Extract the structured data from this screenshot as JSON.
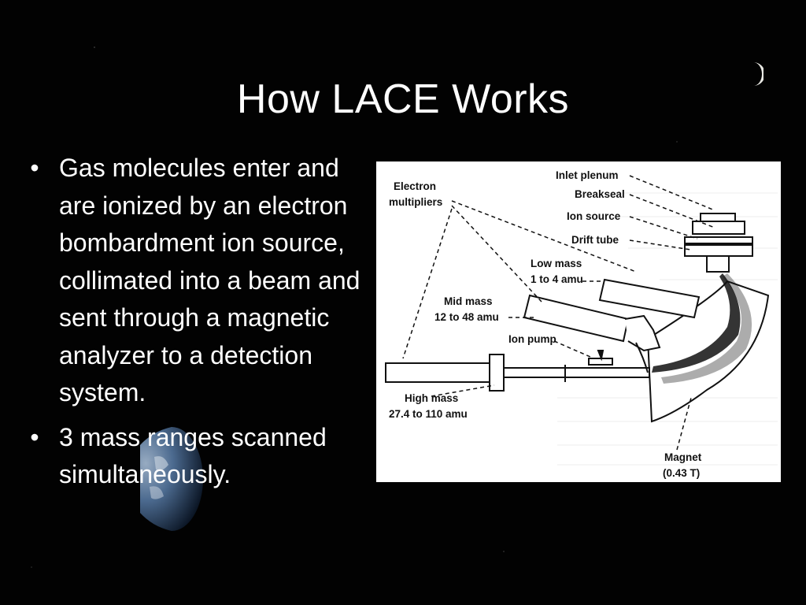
{
  "slide": {
    "title": "How LACE Works",
    "bullets": [
      "Gas molecules enter and are ionized by an electron bombardment ion source, collimated into a beam and sent through a magnetic analyzer to a detection system.",
      "3 mass ranges scanned simultaneously."
    ],
    "bullet_glyph": "•"
  },
  "diagram": {
    "labels": {
      "inlet_plenum": "Inlet plenum",
      "breakseal": "Breakseal",
      "ion_source": "Ion source",
      "drift_tube": "Drift tube",
      "electron_line1": "Electron",
      "electron_line2": "multipliers",
      "low_mass_line1": "Low mass",
      "low_mass_line2": "1 to 4 amu",
      "mid_mass_line1": "Mid mass",
      "mid_mass_line2": "12 to 48 amu",
      "ion_pump": "Ion pump",
      "high_mass_line1": "High mass",
      "high_mass_line2": "27.4 to 110 amu",
      "magnet_line1": "Magnet",
      "magnet_line2": "(0.43 T)"
    }
  },
  "colors": {
    "background": "#020202",
    "text": "#ffffff",
    "figure_background": "#ffffff",
    "figure_ink": "#111111"
  }
}
